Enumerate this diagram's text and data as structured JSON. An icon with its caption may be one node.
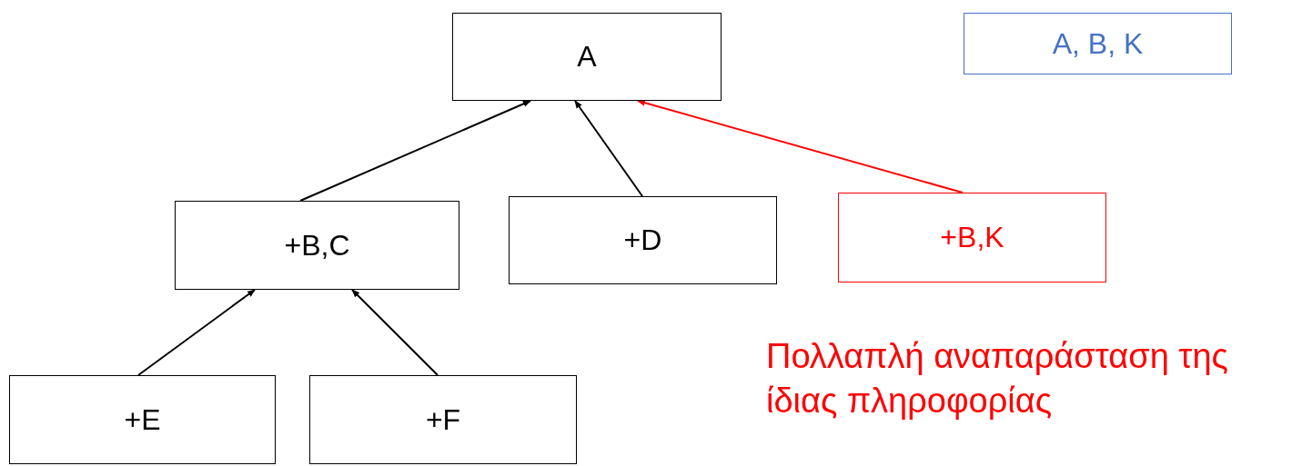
{
  "diagram": {
    "nodes": [
      {
        "text": [
          "A"
        ]
      },
      {
        "text": [
          "+B,C"
        ]
      },
      {
        "text": [
          "+D"
        ]
      },
      {
        "text": [
          "+B,K"
        ]
      },
      {
        "text": [
          "+E"
        ]
      },
      {
        "text": [
          "+F"
        ]
      },
      {
        "text": [
          "A, B, K"
        ]
      }
    ],
    "edges": [
      {
        "from": 1,
        "to": 0,
        "arrow": "to"
      },
      {
        "from": 2,
        "to": 0,
        "arrow": "to"
      },
      {
        "from": 3,
        "to": 0,
        "arrow": "to",
        "color": "#ff0000"
      },
      {
        "from": 4,
        "to": 1,
        "arrow": "to"
      },
      {
        "from": 5,
        "to": 1,
        "arrow": "to"
      }
    ],
    "labels": [
      "Πολλαπλή αναπαράσταση της ίδιας πληροφορίας"
    ]
  }
}
